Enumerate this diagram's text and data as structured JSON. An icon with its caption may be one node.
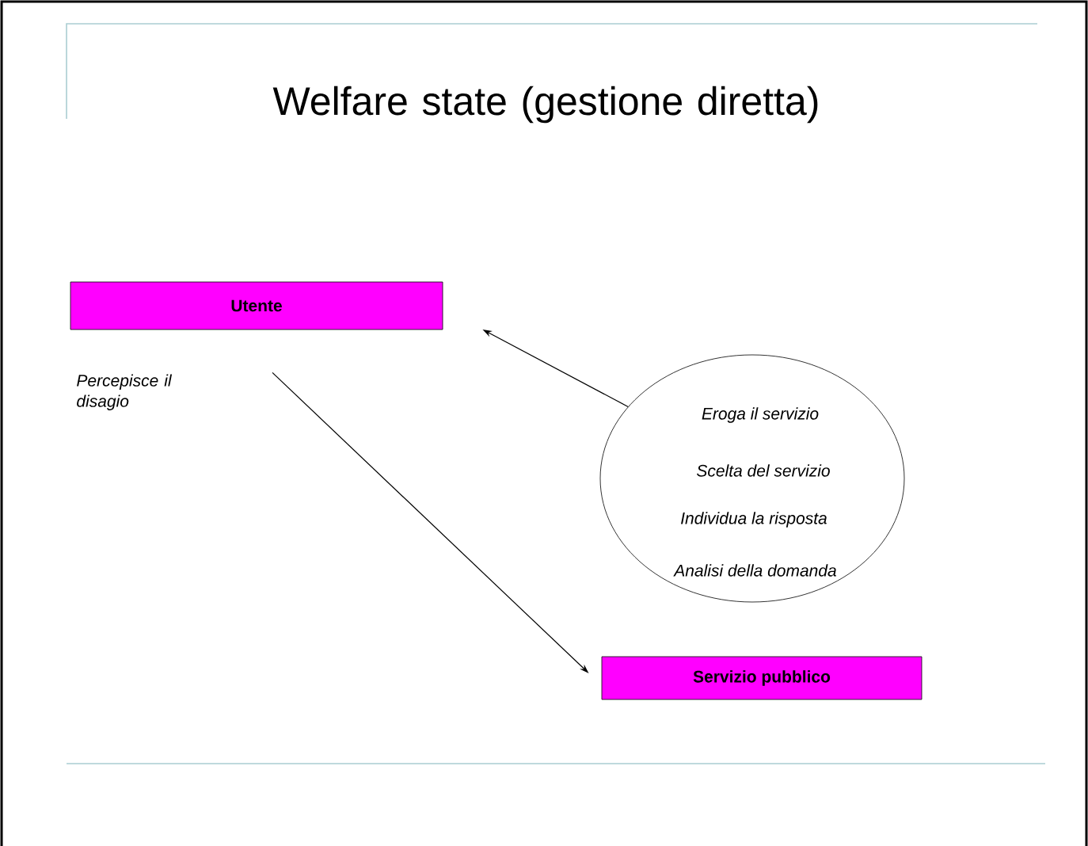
{
  "diagram": {
    "title": "Welfare state (gestione diretta)",
    "nodes": [
      {
        "text": [
          "Utente"
        ]
      },
      {
        "text": [
          "Eroga il servizio",
          "Scelta del servizio",
          "Individua la risposta",
          "Analisi della domanda"
        ]
      },
      {
        "text": [
          "Servizio pubblico"
        ]
      }
    ],
    "edges": [
      {
        "from": 1,
        "to": 0,
        "arrow": "to"
      },
      {
        "from": 0,
        "to": 2,
        "arrow": "to"
      }
    ],
    "labels": [
      "Percepisce il disagio"
    ]
  }
}
